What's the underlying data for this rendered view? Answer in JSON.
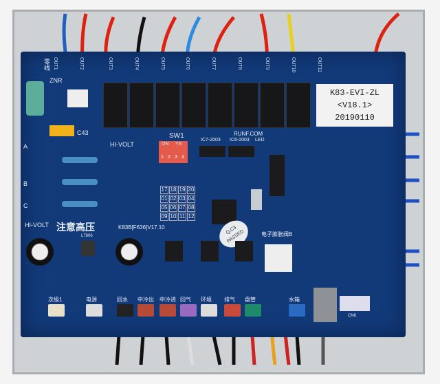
{
  "board": {
    "neutral_label": "零线",
    "outputs": [
      "OUT1",
      "OUT2",
      "OUT3",
      "OUT4",
      "OUT5",
      "OUT6",
      "OUT7",
      "OUT8",
      "OUT9",
      "OUT10",
      "OUT11"
    ],
    "sticker": {
      "model": "K83-EVI-ZL",
      "version": "<V18.1>",
      "date": "20190110"
    },
    "sw1": "SW1",
    "dip_on": "ON",
    "dip_ys": "YS",
    "dip_numbers": [
      "1",
      "2",
      "3",
      "4"
    ],
    "hi_volt": "HI-VOLT",
    "hi_volt_2": "HI-VOLT",
    "warning": "注意高压",
    "board_version": "K83B[F636]V17.10",
    "regulator": "L7806",
    "brand": "RUNF.COM",
    "ic7": "IC7-2003",
    "ic6": "IC6-2003",
    "led": "LED",
    "qc_line1": "Q.C3",
    "qc_line2": "PASSED",
    "eev": "电子膨胀阀B",
    "phase_labels": [
      "A",
      "B",
      "C"
    ],
    "grid": [
      "17",
      "18",
      "19",
      "20",
      "01",
      "02",
      "03",
      "04",
      "05",
      "06",
      "07",
      "08",
      "09",
      "10",
      "11",
      "12"
    ],
    "connectors": [
      "次级1",
      "电源",
      "回水",
      "中冷出",
      "中冷进",
      "回气",
      "环境",
      "排气",
      "盘管",
      "水箱"
    ],
    "cn8": "CN8",
    "znr": "ZNR",
    "c43": "C43"
  }
}
